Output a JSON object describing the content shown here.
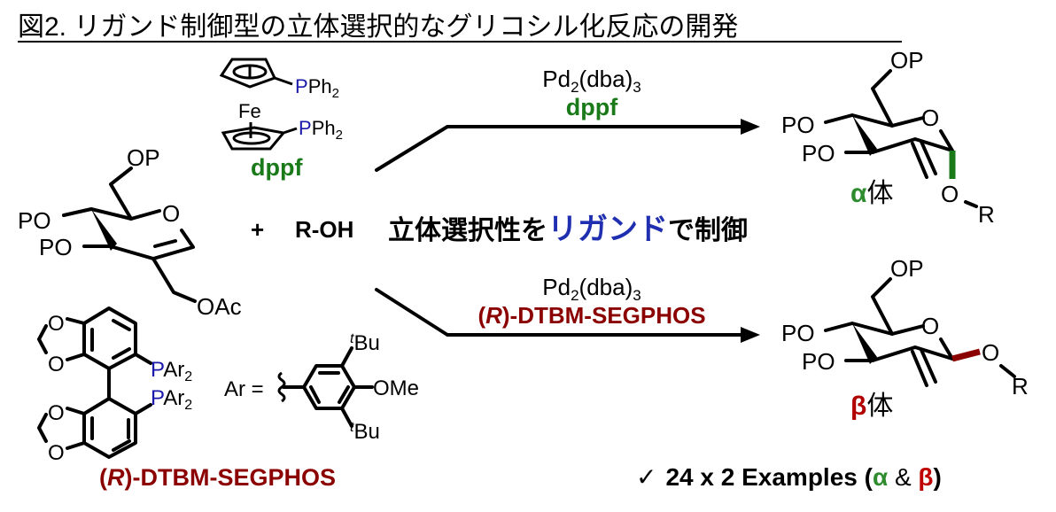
{
  "title": "図2. リガンド制御型の立体選択的なグリコシル化反応の開発",
  "colors": {
    "green": "#1a7a1a",
    "blue": "#1a1aaa",
    "darkred": "#8b0000",
    "ligand_blue": "#1f2fb0"
  },
  "substrate": {
    "op": "OP",
    "po1": "PO",
    "po2": "PO",
    "o": "O",
    "oac": "OAc"
  },
  "dppf": {
    "p1": "P",
    "ph1": "Ph",
    "ph1_sub": "2",
    "fe": "Fe",
    "p2": "P",
    "ph2": "Ph",
    "ph2_sub": "2",
    "name": "dppf"
  },
  "reagent": {
    "plus": "+",
    "roh": "R-OH"
  },
  "control_text": {
    "part1": "立体選択性を",
    "ligand": "リガンド",
    "part2": "で制御"
  },
  "upper_conditions": {
    "pd": "Pd",
    "sub1": "2",
    "dba": "(dba)",
    "sub2": "3",
    "ligand": "dppf"
  },
  "lower_conditions": {
    "pd": "Pd",
    "sub1": "2",
    "dba": "(dba)",
    "sub2": "3",
    "paren_open": "(",
    "r": "R",
    "ligand_rest": ")-DTBM-SEGPHOS"
  },
  "alpha_product": {
    "op": "OP",
    "po1": "PO",
    "po2": "PO",
    "o_ring": "O",
    "o": "O",
    "r": "R",
    "greek": "α",
    "label": "体"
  },
  "beta_product": {
    "op": "OP",
    "po1": "PO",
    "po2": "PO",
    "o_ring": "O",
    "o": "O",
    "r": "R",
    "greek": "β",
    "label": "体"
  },
  "segphos": {
    "o1": "O",
    "o2": "O",
    "o3": "O",
    "o4": "O",
    "p1": "P",
    "ar1": "Ar",
    "ar1_sub": "2",
    "p2": "P",
    "ar2": "Ar",
    "ar2_sub": "2",
    "ar_eq": "Ar =",
    "tbu_t": "t",
    "tbu": "Bu",
    "tbu2_t": "t",
    "tbu2": "Bu",
    "ome": "OMe",
    "name_open": "(",
    "name_r": "R",
    "name_rest": ")-DTBM-SEGPHOS"
  },
  "summary": {
    "check": "✓",
    "text": "24 x 2 Examples (",
    "alpha": "α",
    "amp": " & ",
    "beta": "β",
    "close": ")"
  }
}
